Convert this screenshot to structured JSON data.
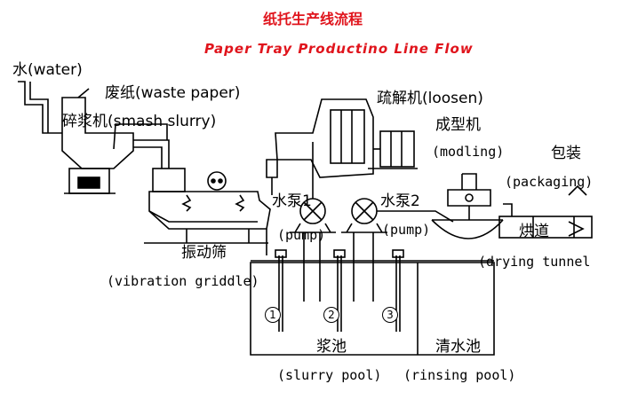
{
  "title": {
    "zh": "纸托生产线流程",
    "en": "Paper Tray Productino Line Flow",
    "color": "#e0141c"
  },
  "labels": {
    "water": "水(water)",
    "waste_paper": "废纸(waste paper)",
    "smash_slurry": "碎浆机(smash slurry)",
    "loosen": "疏解机(loosen)",
    "forming_zh": "成型机",
    "modling": "(modling)",
    "packaging_zh": "包装",
    "packaging_en": "(packaging)",
    "pump1": "水泵1",
    "pump2": "水泵2",
    "pump_en_1": "(pump)",
    "pump_en_2": "(pump)",
    "drying_zh": "烘道",
    "drying_en": "(drying tunnel",
    "vibration_zh": "振动筛",
    "vibration_en": "(vibration griddle)",
    "slurry_pool_zh": "浆池",
    "slurry_pool_en": "(slurry pool)",
    "rinsing_pool_zh": "清水池",
    "rinsing_pool_en": "(rinsing pool)"
  },
  "tanks": [
    "1",
    "2",
    "3"
  ],
  "line_color": "#000000"
}
